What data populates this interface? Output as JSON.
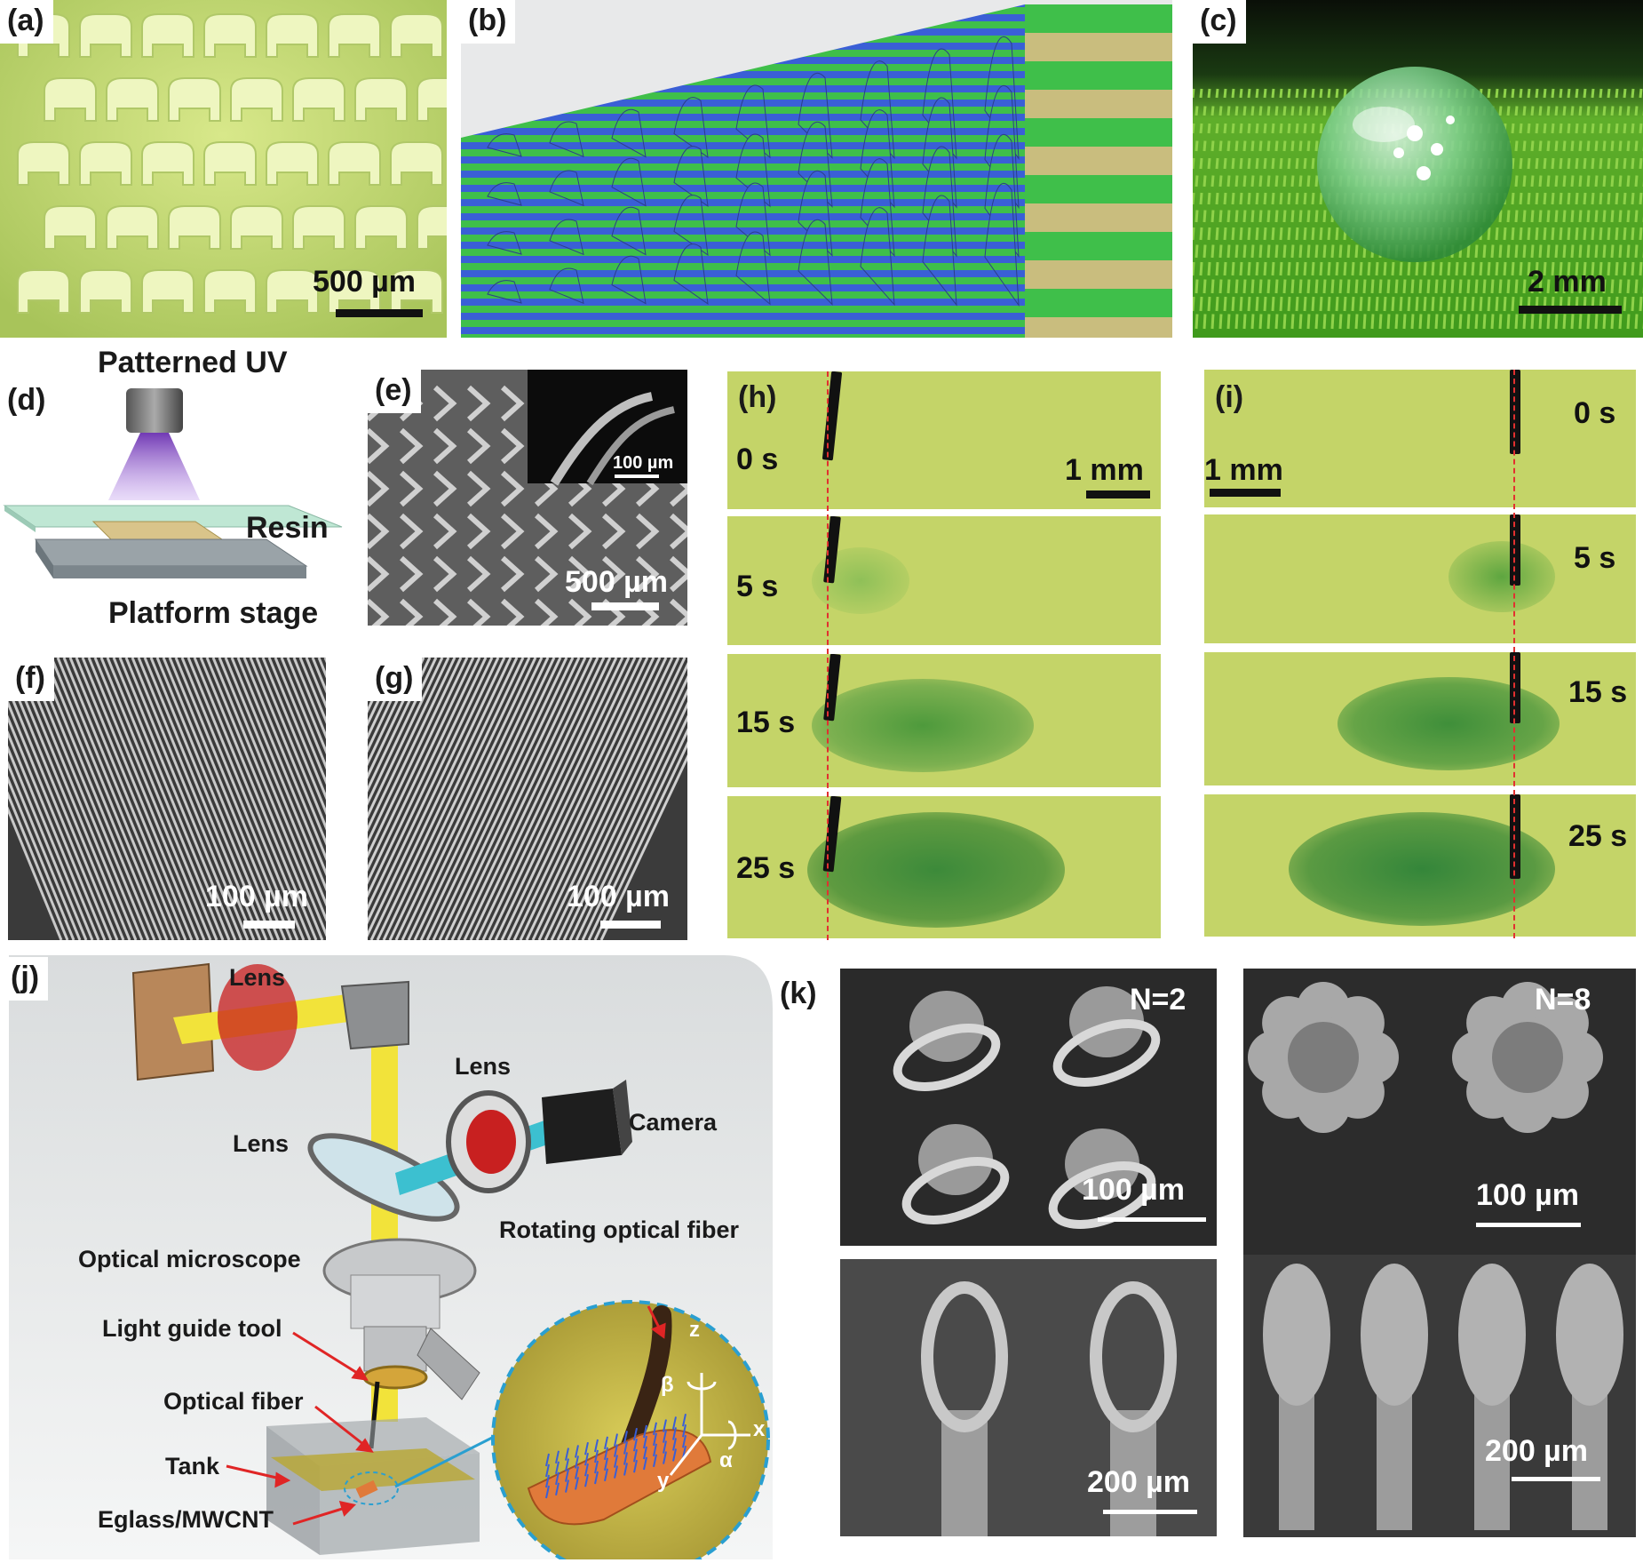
{
  "panels": {
    "a": {
      "label": "(a)",
      "scale": "500 µm"
    },
    "b": {
      "label": "(b)"
    },
    "c": {
      "label": "(c)",
      "scale": "2 mm"
    },
    "d": {
      "label": "(d)",
      "uv": "Patterned UV",
      "resin": "Resin",
      "stage": "Platform stage"
    },
    "e": {
      "label": "(e)",
      "scale": "500 µm",
      "inset_scale": "100 µm"
    },
    "f": {
      "label": "(f)",
      "scale": "100 µm"
    },
    "g": {
      "label": "(g)",
      "scale": "100 µm"
    },
    "h": {
      "label": "(h)",
      "scale": "1 mm",
      "times": [
        "0 s",
        "5 s",
        "15 s",
        "25 s"
      ]
    },
    "i": {
      "label": "(i)",
      "scale": "1 mm",
      "times": [
        "0 s",
        "5 s",
        "15 s",
        "25 s"
      ]
    },
    "j": {
      "label": "(j)",
      "lens_top": "Lens",
      "lens_right": "Lens",
      "lens_mid": "Lens",
      "camera": "Camera",
      "rotating_fiber": "Rotating optical fiber",
      "microscope": "Optical microscope",
      "light_guide": "Light guide tool",
      "fiber": "Optical fiber",
      "tank": "Tank",
      "material": "Eglass/MWCNT",
      "axes": {
        "z": "z",
        "x": "x",
        "y": "y",
        "alpha": "α",
        "beta": "β"
      }
    },
    "k": {
      "label": "(k)",
      "left_top": {
        "n": "N=2",
        "scale": "100 µm"
      },
      "left_bottom": {
        "scale": "200 µm"
      },
      "right_top": {
        "n": "N=8",
        "scale": "100 µm"
      },
      "right_bottom": {
        "scale": "200 µm"
      }
    }
  },
  "colors": {
    "green_light": "#b8d05a",
    "blue_stripe": "#3a5fd6",
    "green_stripe": "#3fbf4a",
    "orange": "#d96a2b"
  }
}
